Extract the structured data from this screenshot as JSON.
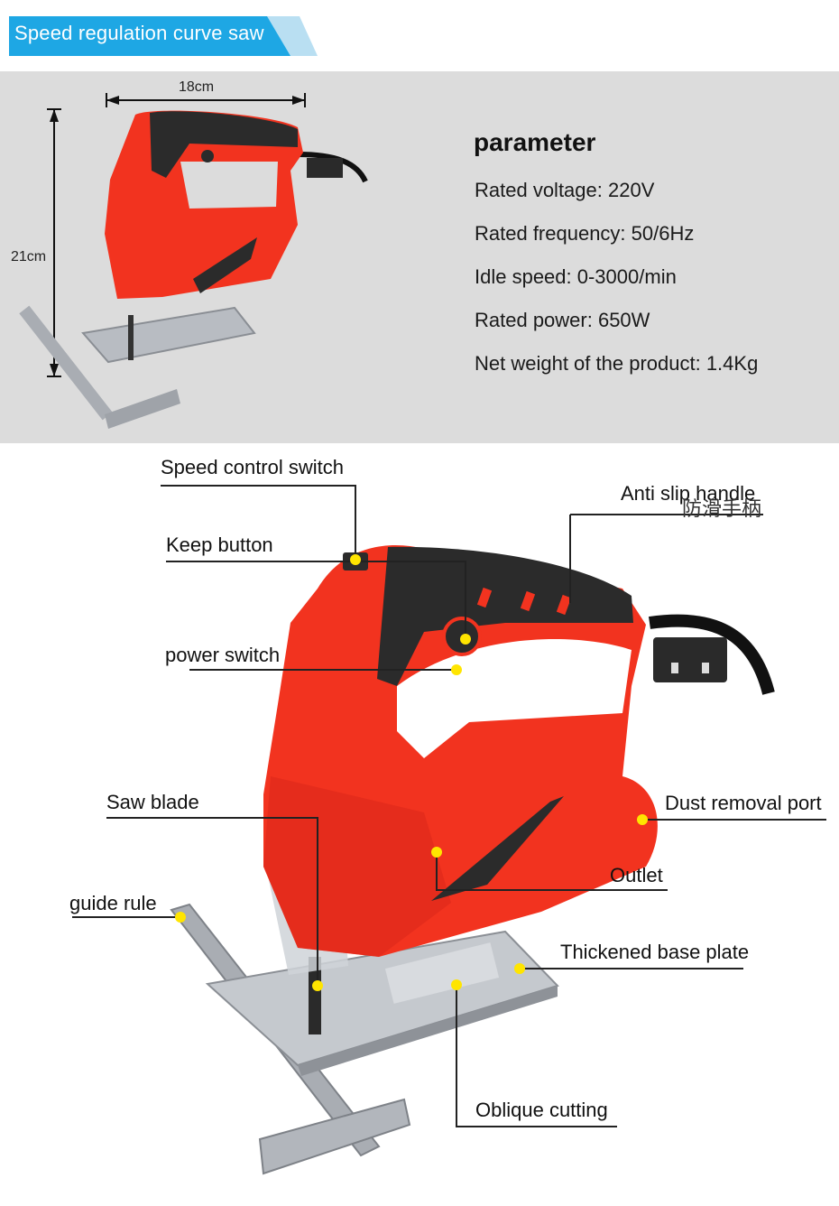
{
  "banner": {
    "title": "Speed regulation curve saw",
    "accent": "#1ea7e4"
  },
  "dimensions": {
    "width": "18cm",
    "height": "21cm"
  },
  "parameters": {
    "heading": "parameter",
    "lines": [
      "Rated voltage: 220V",
      "Rated frequency: 50/6Hz",
      "Idle speed: 0-3000/min",
      "Rated power: 650W",
      "Net weight of the product: 1.4Kg"
    ]
  },
  "callouts": {
    "speed_control_switch": "Speed control switch",
    "anti_slip_handle": "Anti slip handle",
    "anti_slip_handle_cn": "防滑手柄",
    "keep_button": "Keep button",
    "power_switch": "power switch",
    "saw_blade": "Saw blade",
    "dust_removal_port": "Dust removal port",
    "outlet": "Outlet",
    "guide_rule": "guide rule",
    "thickened_base_plate": "Thickened base plate",
    "oblique_cutting": "Oblique cutting"
  },
  "colors": {
    "body": "#f2331f",
    "handle": "#2b2b2b",
    "dot": "#ffe500",
    "panel": "#dcdcdc"
  }
}
